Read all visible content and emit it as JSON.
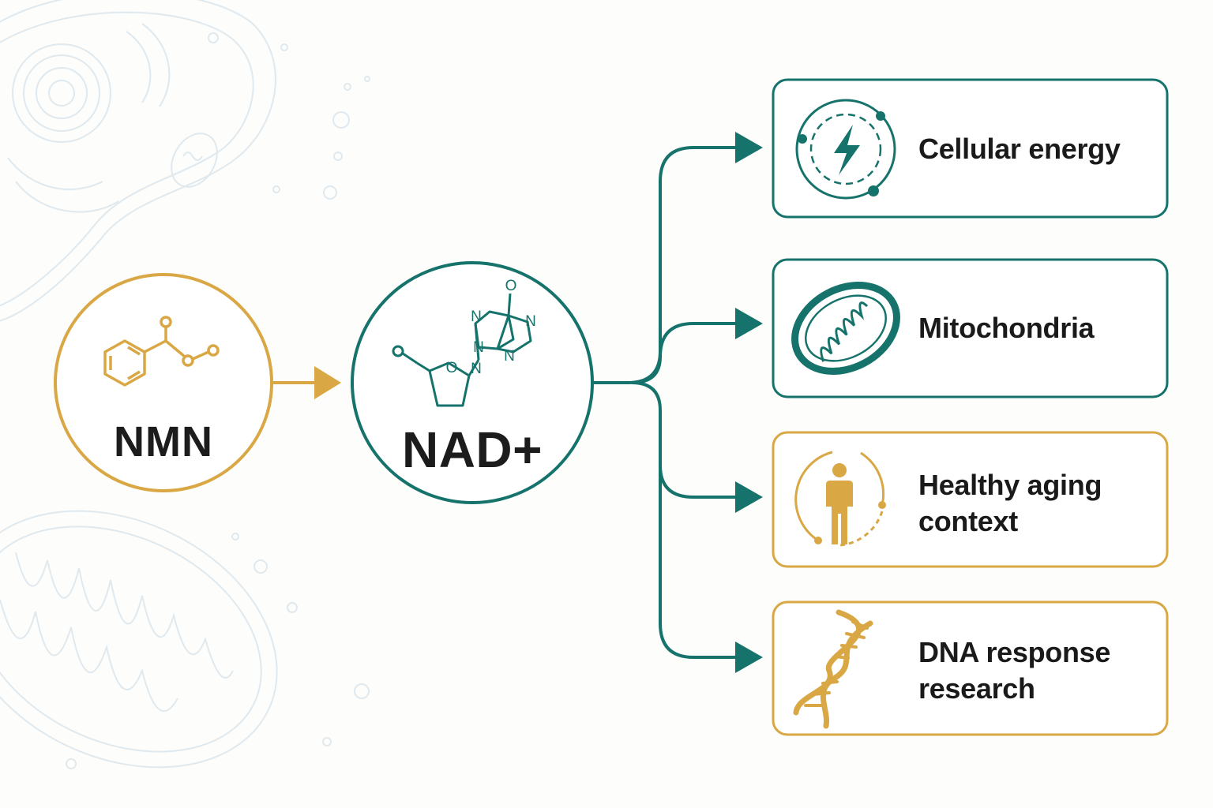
{
  "nodes": {
    "nmn": {
      "label": "NMN"
    },
    "nad": {
      "label": "NAD+"
    }
  },
  "outcomes": [
    {
      "label_lines": [
        "Cellular energy"
      ],
      "icon": "energy-bolt-icon",
      "accent": "#15736b"
    },
    {
      "label_lines": [
        "Mitochondria"
      ],
      "icon": "mitochondria-icon",
      "accent": "#15736b"
    },
    {
      "label_lines": [
        "Healthy aging",
        "context"
      ],
      "icon": "person-icon",
      "accent": "#d9a744"
    },
    {
      "label_lines": [
        "DNA response",
        "research"
      ],
      "icon": "dna-icon",
      "accent": "#d9a744"
    }
  ],
  "molecule_atoms": {
    "oxygen": "O",
    "nitrogen": "N"
  },
  "colors": {
    "teal": "#15736b",
    "gold": "#d9a744",
    "text": "#1a1a1a",
    "background_art": "#dfe9ee"
  }
}
